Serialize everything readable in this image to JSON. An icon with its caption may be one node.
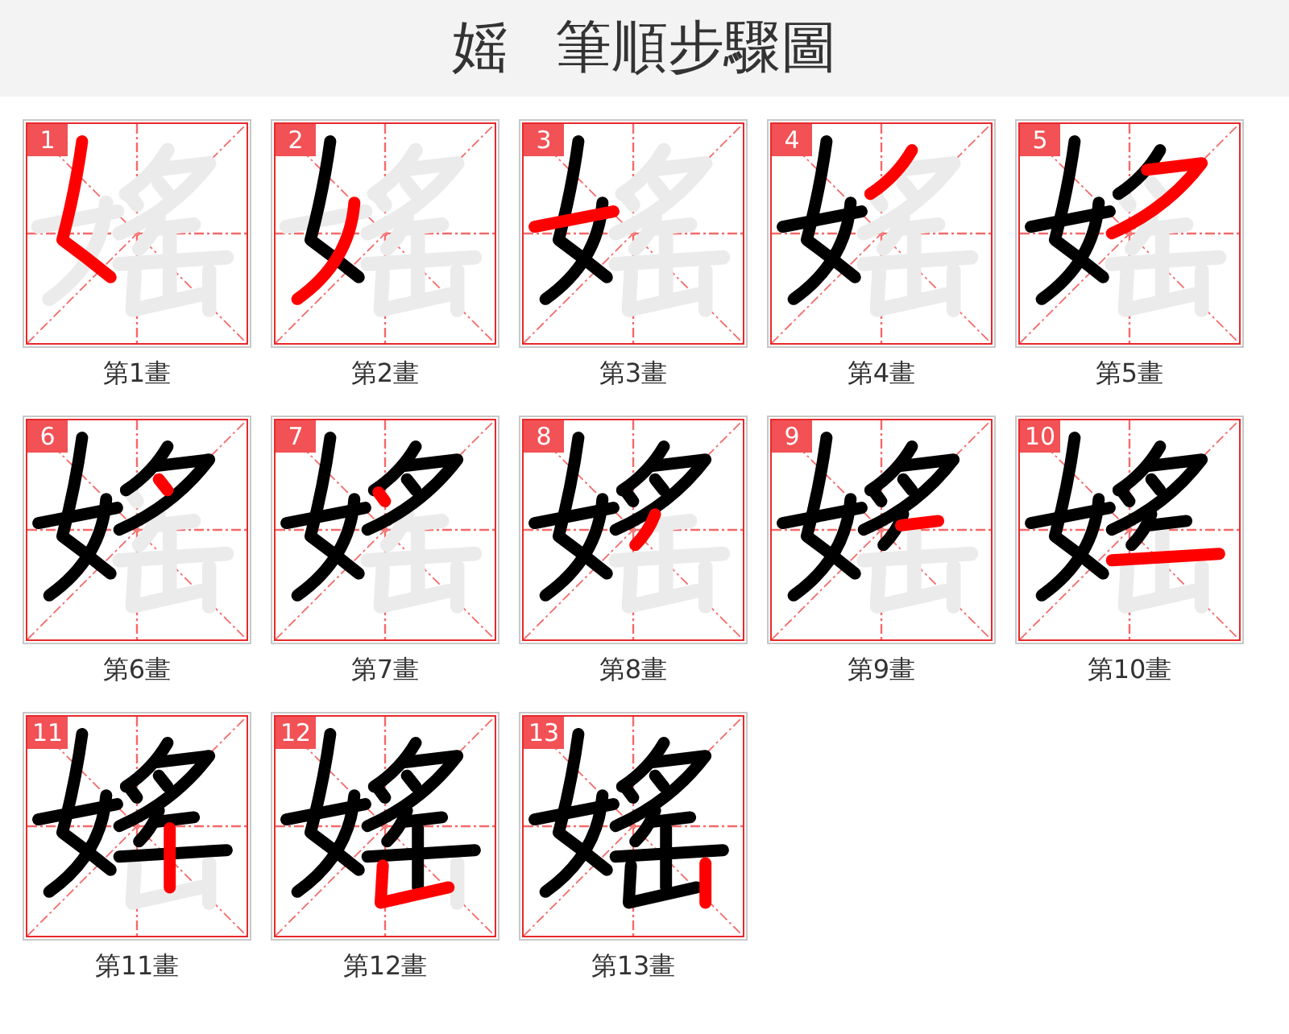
{
  "diagram": {
    "title": "媱 筆順步驟圖",
    "nodes": [
      {
        "text": [
          "1"
        ],
        "beside": [
          "第1畫"
        ]
      },
      {
        "text": [
          "2"
        ],
        "beside": [
          "第2畫"
        ]
      },
      {
        "text": [
          "3"
        ],
        "beside": [
          "第3畫"
        ]
      },
      {
        "text": [
          "4"
        ],
        "beside": [
          "第4畫"
        ]
      },
      {
        "text": [
          "5"
        ],
        "beside": [
          "第5畫"
        ]
      },
      {
        "text": [
          "6"
        ],
        "beside": [
          "第6畫"
        ]
      },
      {
        "text": [
          "7"
        ],
        "beside": [
          "第7畫"
        ]
      },
      {
        "text": [
          "8"
        ],
        "beside": [
          "第8畫"
        ]
      },
      {
        "text": [
          "9"
        ],
        "beside": [
          "第9畫"
        ]
      },
      {
        "text": [
          "10"
        ],
        "beside": [
          "第10畫"
        ]
      },
      {
        "text": [
          "11"
        ],
        "beside": [
          "第11畫"
        ]
      },
      {
        "text": [
          "12"
        ],
        "beside": [
          "第12畫"
        ]
      },
      {
        "text": [
          "13"
        ],
        "beside": [
          "第13畫"
        ]
      }
    ]
  }
}
